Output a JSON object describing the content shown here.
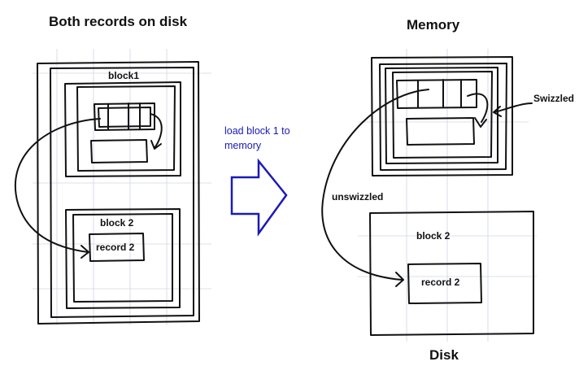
{
  "diagram": {
    "left": {
      "title": "Both records on disk",
      "block_label": "block1",
      "block2_label": "block 2",
      "record_label": "record 2"
    },
    "transition": {
      "line1": "load block 1 to",
      "line2": "memory",
      "arrow_color": "#1a1ab8"
    },
    "right": {
      "memory_title": "Memory",
      "swizzled_label": "Swizzled",
      "unswizzled_label": "unswizzled",
      "block2_label": "block 2",
      "record_label": "record 2",
      "disk_title": "Disk"
    }
  }
}
